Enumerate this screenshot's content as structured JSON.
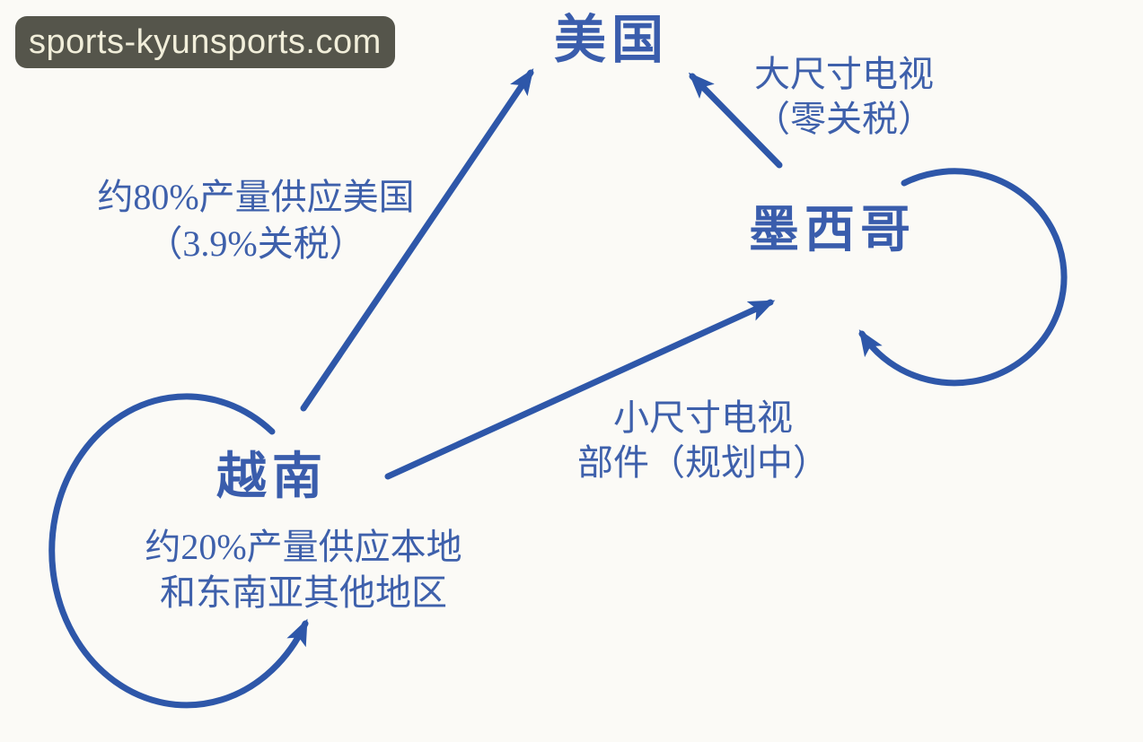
{
  "watermark": {
    "text": "sports-kyunsports.com"
  },
  "colors": {
    "accent_blue": "#2e57a9",
    "node_text_blue": "#3a5dac",
    "background": "#fbfaf6",
    "watermark_bg": "#55554b",
    "watermark_text": "#f1eeda"
  },
  "diagram": {
    "nodes": {
      "usa": {
        "label": "美国"
      },
      "mexico": {
        "label": "墨西哥"
      },
      "vietnam": {
        "label": "越南"
      }
    },
    "edges": {
      "vietnam_to_usa": {
        "line1": "约80%产量供应美国",
        "line2": "（3.9%关税）"
      },
      "mexico_to_usa": {
        "line1": "大尺寸电视",
        "line2": "（零关税）"
      },
      "vietnam_to_mexico": {
        "line1": "小尺寸电视",
        "line2": "部件（规划中）"
      },
      "vietnam_self_loop": {
        "line1": "约20%产量供应本地",
        "line2": "和东南亚其他地区"
      },
      "mexico_self_loop": {
        "line1": "",
        "line2": ""
      }
    }
  }
}
